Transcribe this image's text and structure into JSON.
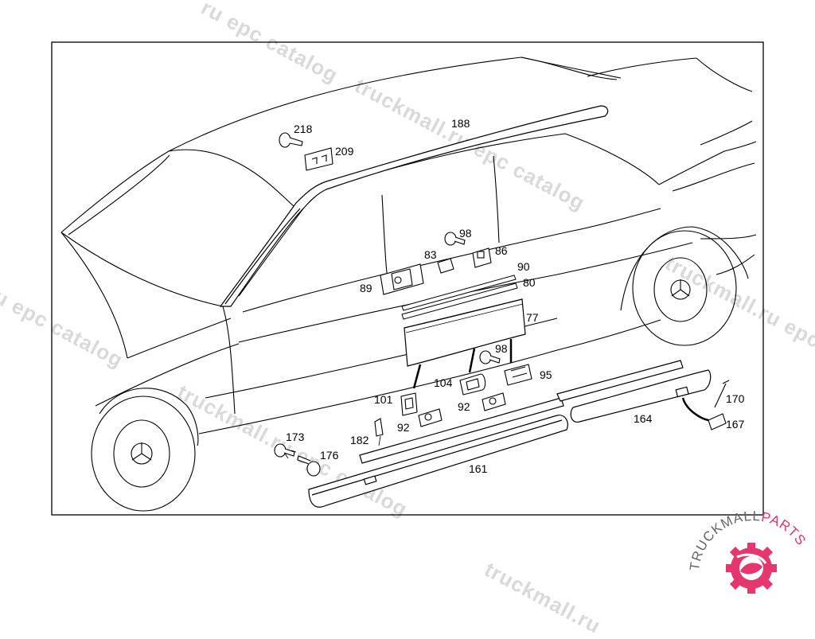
{
  "watermark": {
    "text_full": "truckmall.ru epc catalog",
    "text_short": "ru epc catalog",
    "text_tail": "epc catalog",
    "text_mid": "truckmall.ru"
  },
  "logo": {
    "text_black": "TRUCKMALL",
    "text_pink": "PARTS",
    "brand_color": "#e5366e",
    "gear_color": "#e5366e"
  },
  "callouts": {
    "c218": "218",
    "c209": "209",
    "c188": "188",
    "c98a": "98",
    "c83": "83",
    "c86": "86",
    "c90": "90",
    "c80": "80",
    "c89": "89",
    "c77": "77",
    "c98b": "98",
    "c104": "104",
    "c95": "95",
    "c101": "101",
    "c92a": "92",
    "c92b": "92",
    "c170": "170",
    "c164": "164",
    "c167": "167",
    "c173": "173",
    "c182": "182",
    "c176": "176",
    "c161": "161"
  }
}
